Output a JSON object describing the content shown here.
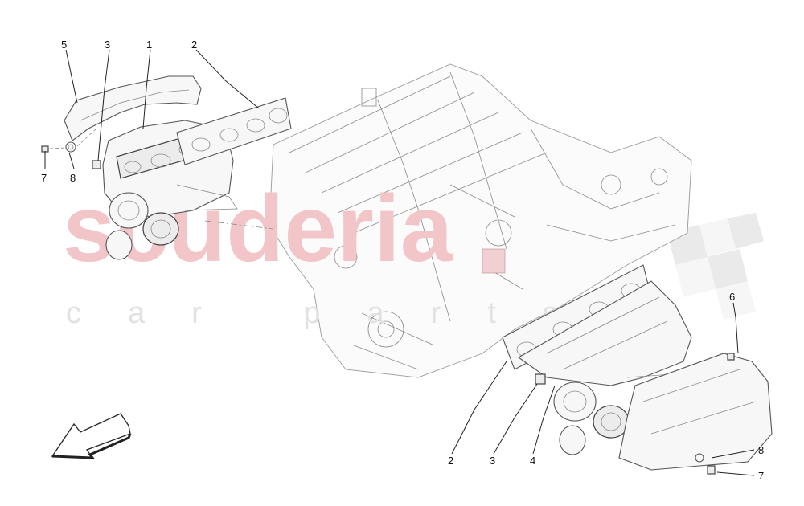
{
  "watermark": {
    "brand": "scuderia",
    "tagline": "car parts"
  },
  "callouts": [
    {
      "id": "c1",
      "label": "5"
    },
    {
      "id": "c2",
      "label": "3"
    },
    {
      "id": "c3",
      "label": "1"
    },
    {
      "id": "c4",
      "label": "2"
    },
    {
      "id": "c5",
      "label": "7"
    },
    {
      "id": "c6",
      "label": "8"
    },
    {
      "id": "c7",
      "label": "6"
    },
    {
      "id": "c8",
      "label": "2"
    },
    {
      "id": "c9",
      "label": "3"
    },
    {
      "id": "c10",
      "label": "4"
    },
    {
      "id": "c11",
      "label": "8"
    },
    {
      "id": "c12",
      "label": "7"
    }
  ],
  "colors": {
    "watermark_red": "#f2c6c9",
    "watermark_grey": "#e2e2e2",
    "line": "#222222"
  }
}
